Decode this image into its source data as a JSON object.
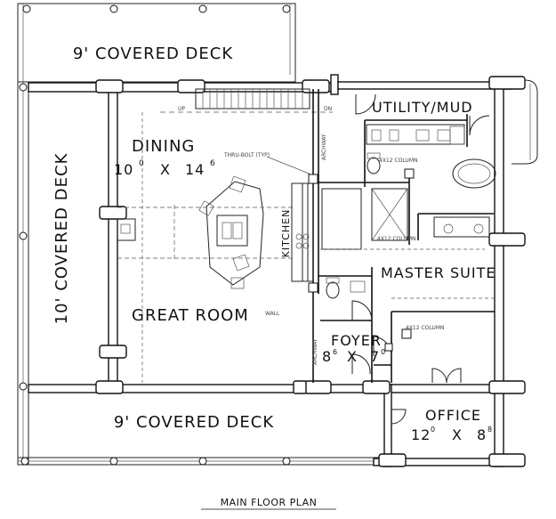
{
  "labels": {
    "deck_top": "9' COVERED DECK",
    "deck_left": "10' COVERED DECK",
    "deck_bottom": "9' COVERED DECK",
    "dining": "DINING",
    "dining_w": "10",
    "dining_w_in": "0",
    "dining_x": "X",
    "dining_l": "14",
    "dining_l_in": "6",
    "great_room": "GREAT ROOM",
    "kitchen": "KITCHEN",
    "utility": "UTILITY/MUD",
    "master": "MASTER SUITE",
    "foyer": "FOYER",
    "foyer_w": "8",
    "foyer_w_in": "6",
    "foyer_x": "X",
    "foyer_l": "7",
    "foyer_l_in": "0",
    "office": "OFFICE",
    "office_w": "12",
    "office_w_in": "0",
    "office_x": "X",
    "office_l": "8",
    "office_l_in": "8",
    "title": "MAIN FLOOR PLAN"
  },
  "notes": {
    "thru_bolt": "THRU-BOLT (TYP)",
    "column_1": "4X12 COLUMN",
    "column_2": "4X12 COLUMN",
    "column_3": "4X12 COLUMN",
    "archway_1": "ARCHWAY",
    "archway_2": "ARCHWAY",
    "wall_note": "WALL",
    "up": "UP",
    "dn": "DN"
  }
}
